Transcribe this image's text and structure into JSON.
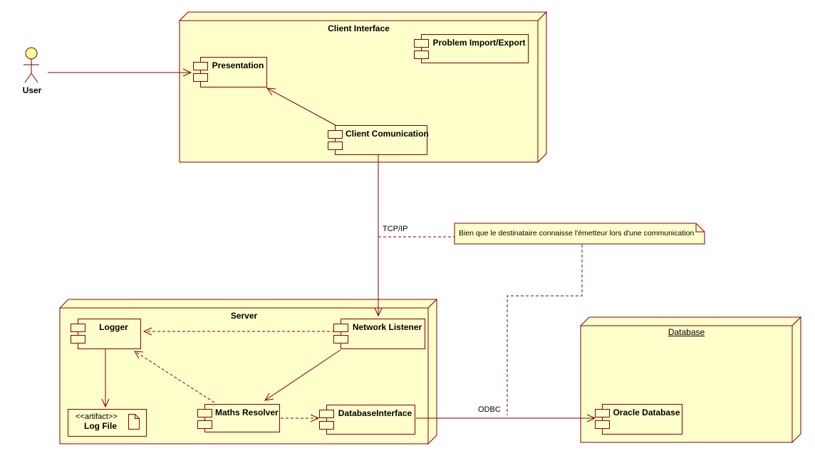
{
  "actor": {
    "label": "User"
  },
  "nodes": {
    "client_interface": {
      "title": "Client Interface"
    },
    "server": {
      "title": "Server"
    },
    "database": {
      "title": "Database"
    }
  },
  "components": {
    "presentation": {
      "label": "Presentation"
    },
    "problem_import_export": {
      "label": "Problem Import/Export"
    },
    "client_comunication": {
      "label": "Client Comunication"
    },
    "logger": {
      "label": "Logger"
    },
    "network_listener": {
      "label": "Network Listener"
    },
    "maths_resolver": {
      "label": "Maths Resolver"
    },
    "database_interface": {
      "label": "DatabaseInterface"
    },
    "oracle_database": {
      "label": "Oracle Database"
    }
  },
  "artifact": {
    "stereotype": "<<artifact>>",
    "label": "Log File"
  },
  "note": {
    "text": "Bien que le destinataire connaisse l'émetteur lors d'une communication"
  },
  "labels": {
    "tcpip": "TCP/IP",
    "odbc": "ODBC"
  },
  "edges": [
    {
      "from": "User",
      "to": "Presentation",
      "style": "solid-arrow"
    },
    {
      "from": "Client Comunication",
      "to": "Presentation",
      "style": "solid-arrow"
    },
    {
      "from": "Client Comunication",
      "to": "Network Listener",
      "style": "solid-arrow",
      "label": "TCP/IP"
    },
    {
      "from": "Network Listener",
      "to": "Logger",
      "style": "dashed-arrow"
    },
    {
      "from": "Network Listener",
      "to": "Maths Resolver",
      "style": "solid-arrow"
    },
    {
      "from": "Maths Resolver",
      "to": "Logger",
      "style": "dashed-arrow"
    },
    {
      "from": "Maths Resolver",
      "to": "DatabaseInterface",
      "style": "dashed-arrow"
    },
    {
      "from": "Logger",
      "to": "Log File",
      "style": "solid-arrow"
    },
    {
      "from": "DatabaseInterface",
      "to": "Oracle Database",
      "style": "solid-arrow",
      "label": "ODBC"
    },
    {
      "from": "note",
      "to": "TCP/IP connector",
      "style": "dashed"
    },
    {
      "from": "note",
      "to": "ODBC connector",
      "style": "dashed"
    }
  ],
  "colors": {
    "background": "#FFFFFF",
    "shape_fill": "#FFFFCC",
    "line": "#800000",
    "actor_head_fill": "#FFFF99",
    "text": "#000000"
  }
}
